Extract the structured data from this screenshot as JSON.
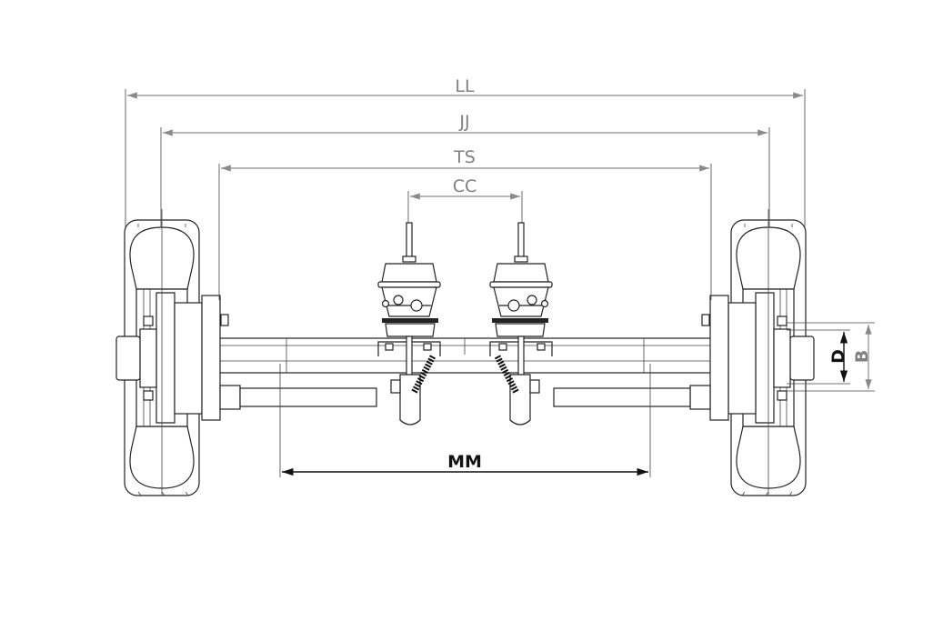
{
  "diagram": {
    "title": "Axle assembly dimension drawing",
    "dimensions": {
      "overall_length": "LL",
      "wheel_track": "JJ",
      "spring_seat": "TS",
      "chamber_centers": "CC",
      "brake_mount_span": "MM",
      "hub_d": "D",
      "hub_b": "B"
    },
    "colors": {
      "line": "#222222",
      "dim_gray": "#808080",
      "dim_black": "#111111"
    }
  }
}
